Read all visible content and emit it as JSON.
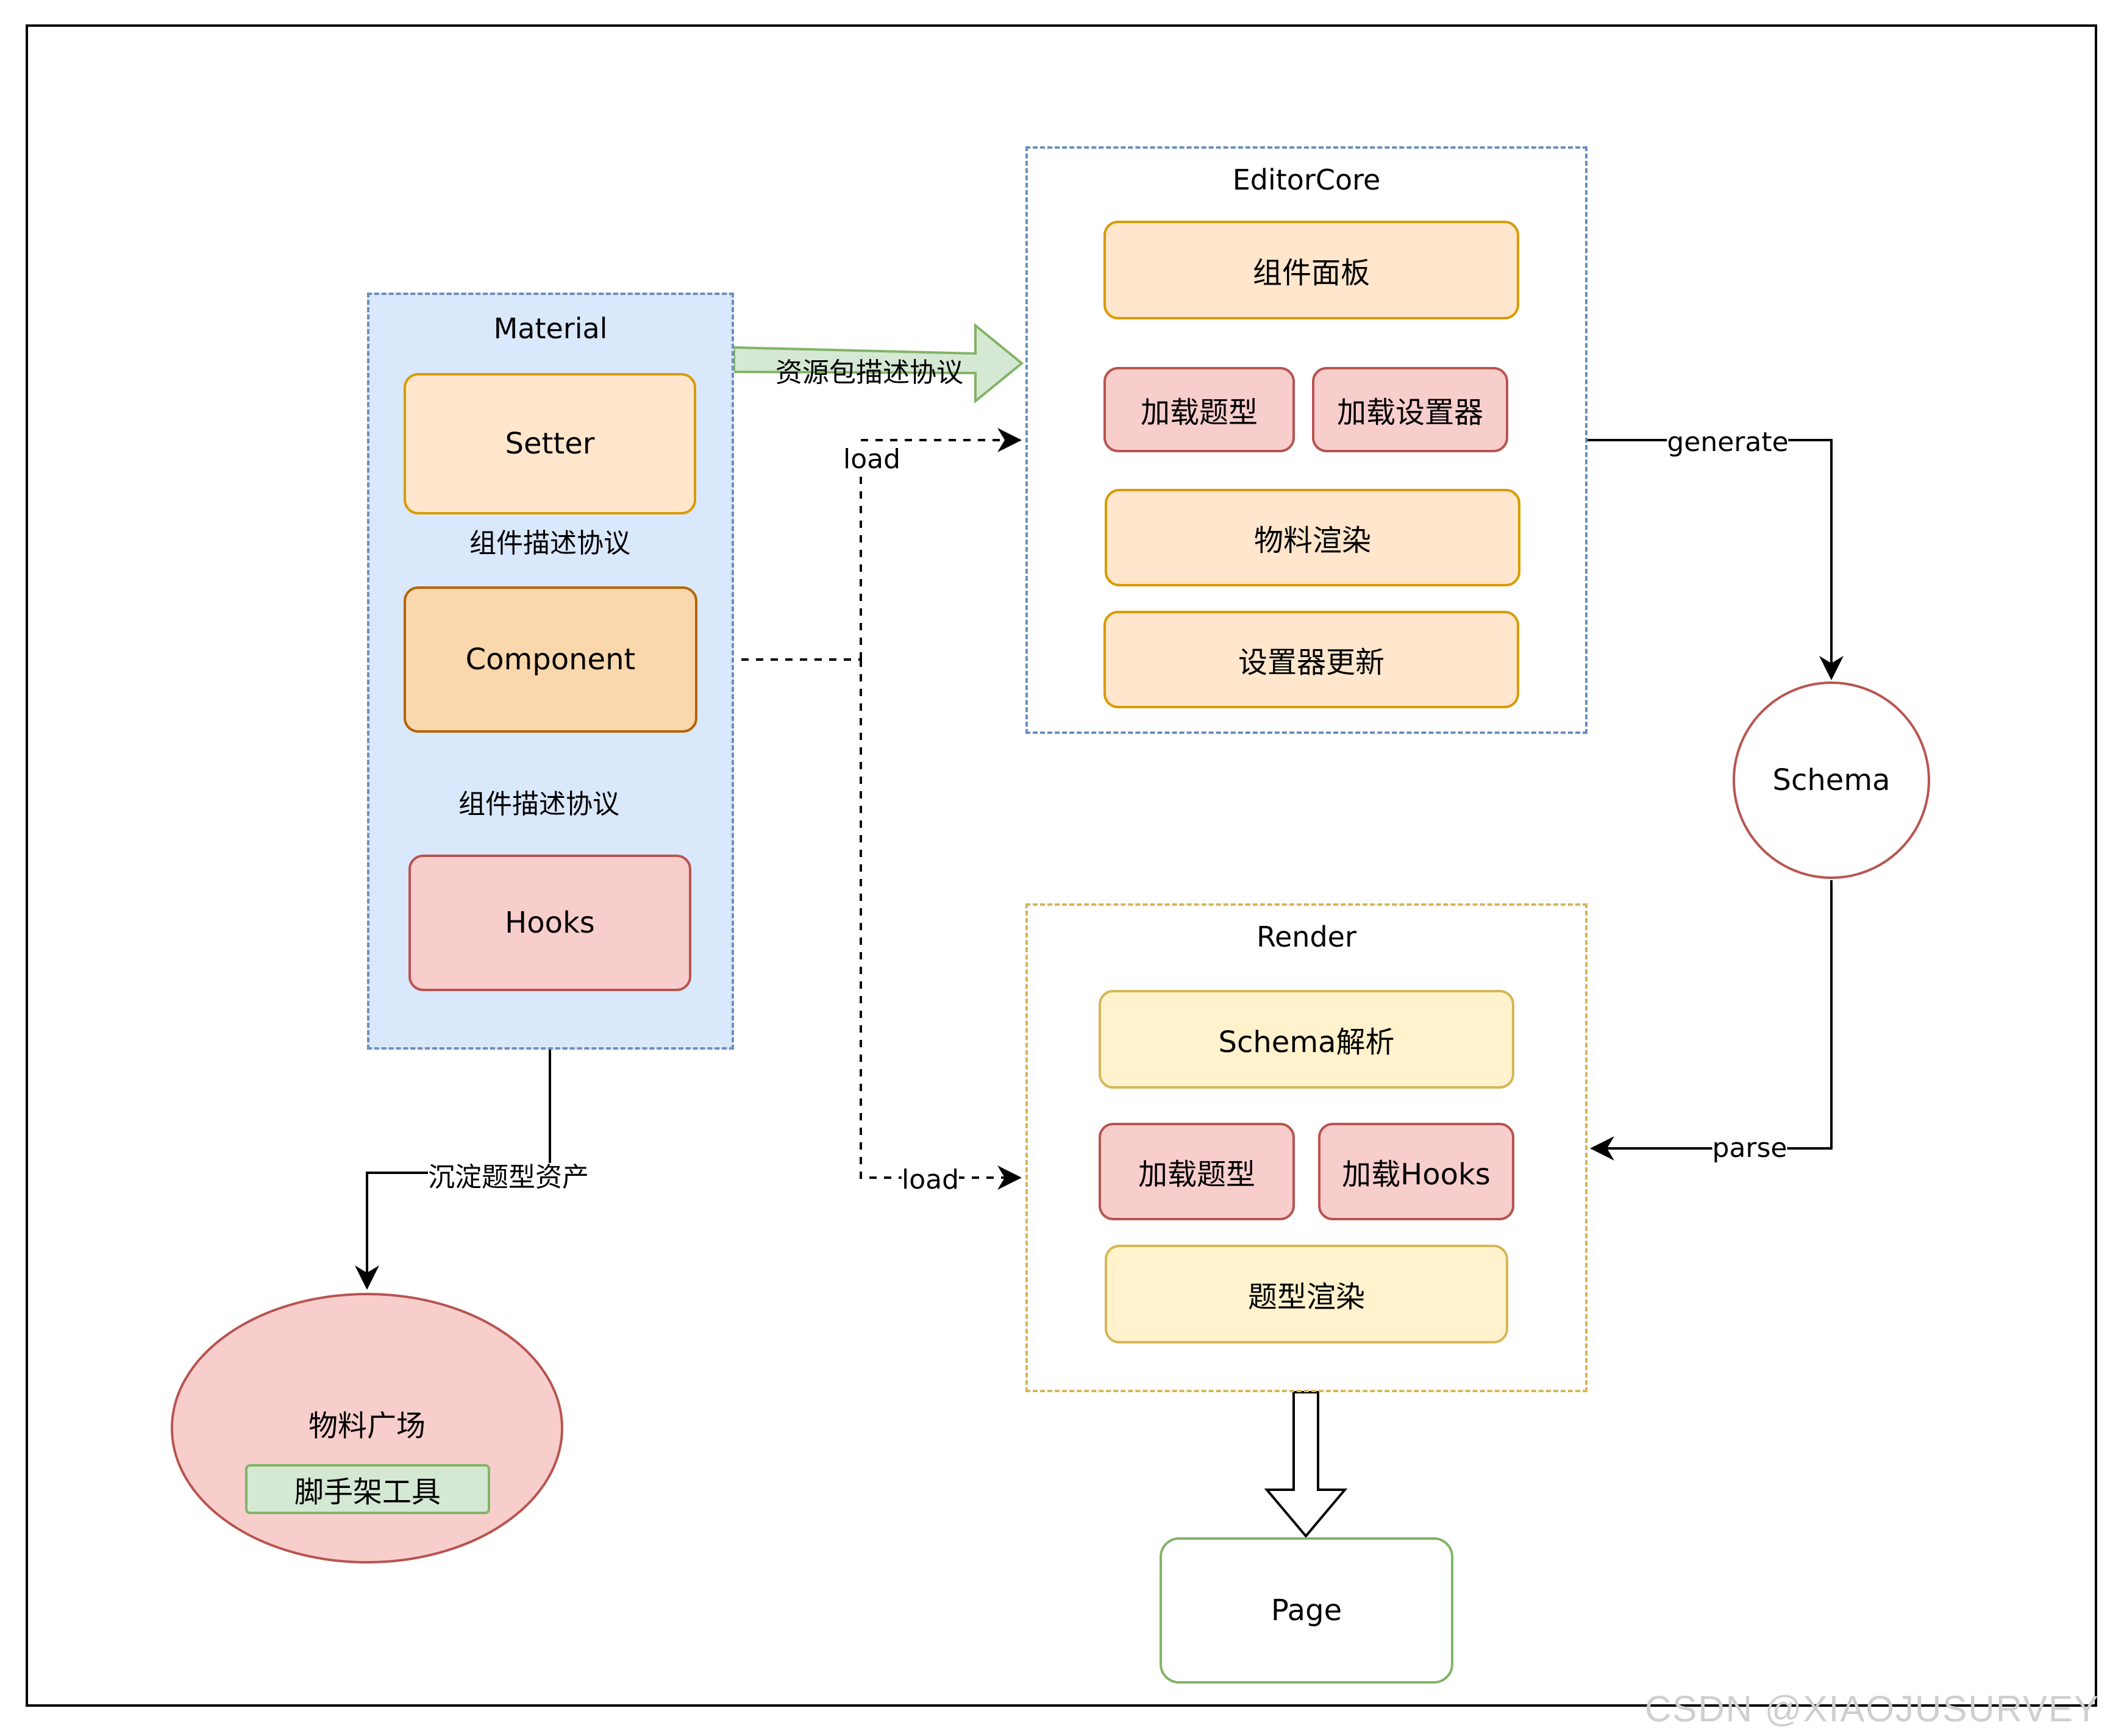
{
  "material": {
    "title": "Material",
    "setter": "Setter",
    "component": "Component",
    "hooks": "Hooks",
    "protocol_label_top": "组件描述协议",
    "protocol_label_bottom": "组件描述协议"
  },
  "editor_core": {
    "title": "EditorCore",
    "component_panel": "组件面板",
    "load_question_type": "加载题型",
    "load_setter": "加载设置器",
    "material_render": "物料渲染",
    "setter_update": "设置器更新"
  },
  "render": {
    "title": "Render",
    "schema_parse": "Schema解析",
    "load_question_type": "加载题型",
    "load_hooks": "加载Hooks",
    "question_render": "题型渲染"
  },
  "schema": {
    "label": "Schema"
  },
  "page": {
    "label": "Page"
  },
  "material_plaza": {
    "label": "物料广场",
    "scaffold": "脚手架工具"
  },
  "edges": {
    "resource_protocol": "资源包描述协议",
    "load_top": "load",
    "load_bottom": "load",
    "generate": "generate",
    "parse": "parse",
    "deposit_assets": "沉淀题型资产"
  },
  "watermark": "CSDN @XIAOJUSURVEY",
  "colors": {
    "material_fill": "#dae8fc",
    "material_border": "#6c8ebf",
    "editor_border": "#6c8ebf",
    "render_border": "#d6b656",
    "schema_border": "#b85450",
    "arrow_green_fill": "#d5e8d4",
    "arrow_green_border": "#82b366"
  }
}
